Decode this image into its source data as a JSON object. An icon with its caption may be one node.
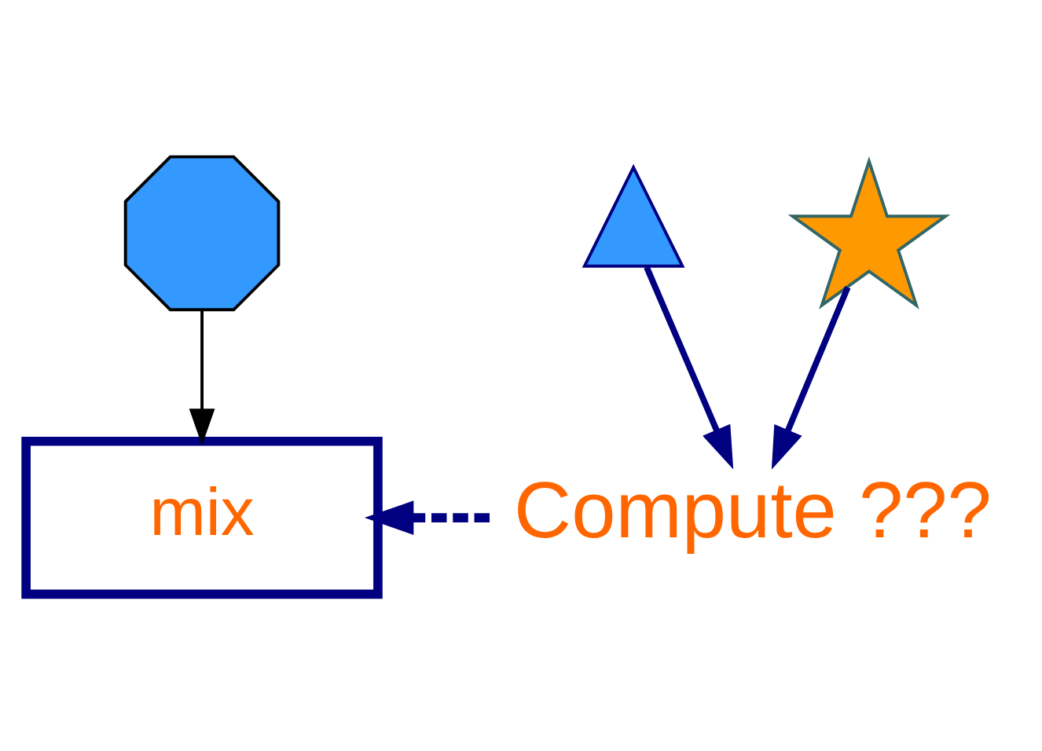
{
  "diagram": {
    "nodes": [
      {
        "text": [],
        "shape": "octagon"
      },
      {
        "text": [
          "mix"
        ]
      },
      {
        "text": [],
        "shape": "triangle"
      },
      {
        "text": [],
        "shape": "star"
      },
      {
        "text": [
          "Compute ???"
        ]
      }
    ],
    "edges": [
      {
        "from": 0,
        "to": 1,
        "arrow": "to",
        "color": "#000000"
      },
      {
        "from": 2,
        "to": 4,
        "arrow": "to"
      },
      {
        "from": 3,
        "to": 4,
        "arrow": "to"
      },
      {
        "from": 4,
        "to": 1,
        "arrow": "to",
        "style": "dashed"
      }
    ]
  }
}
